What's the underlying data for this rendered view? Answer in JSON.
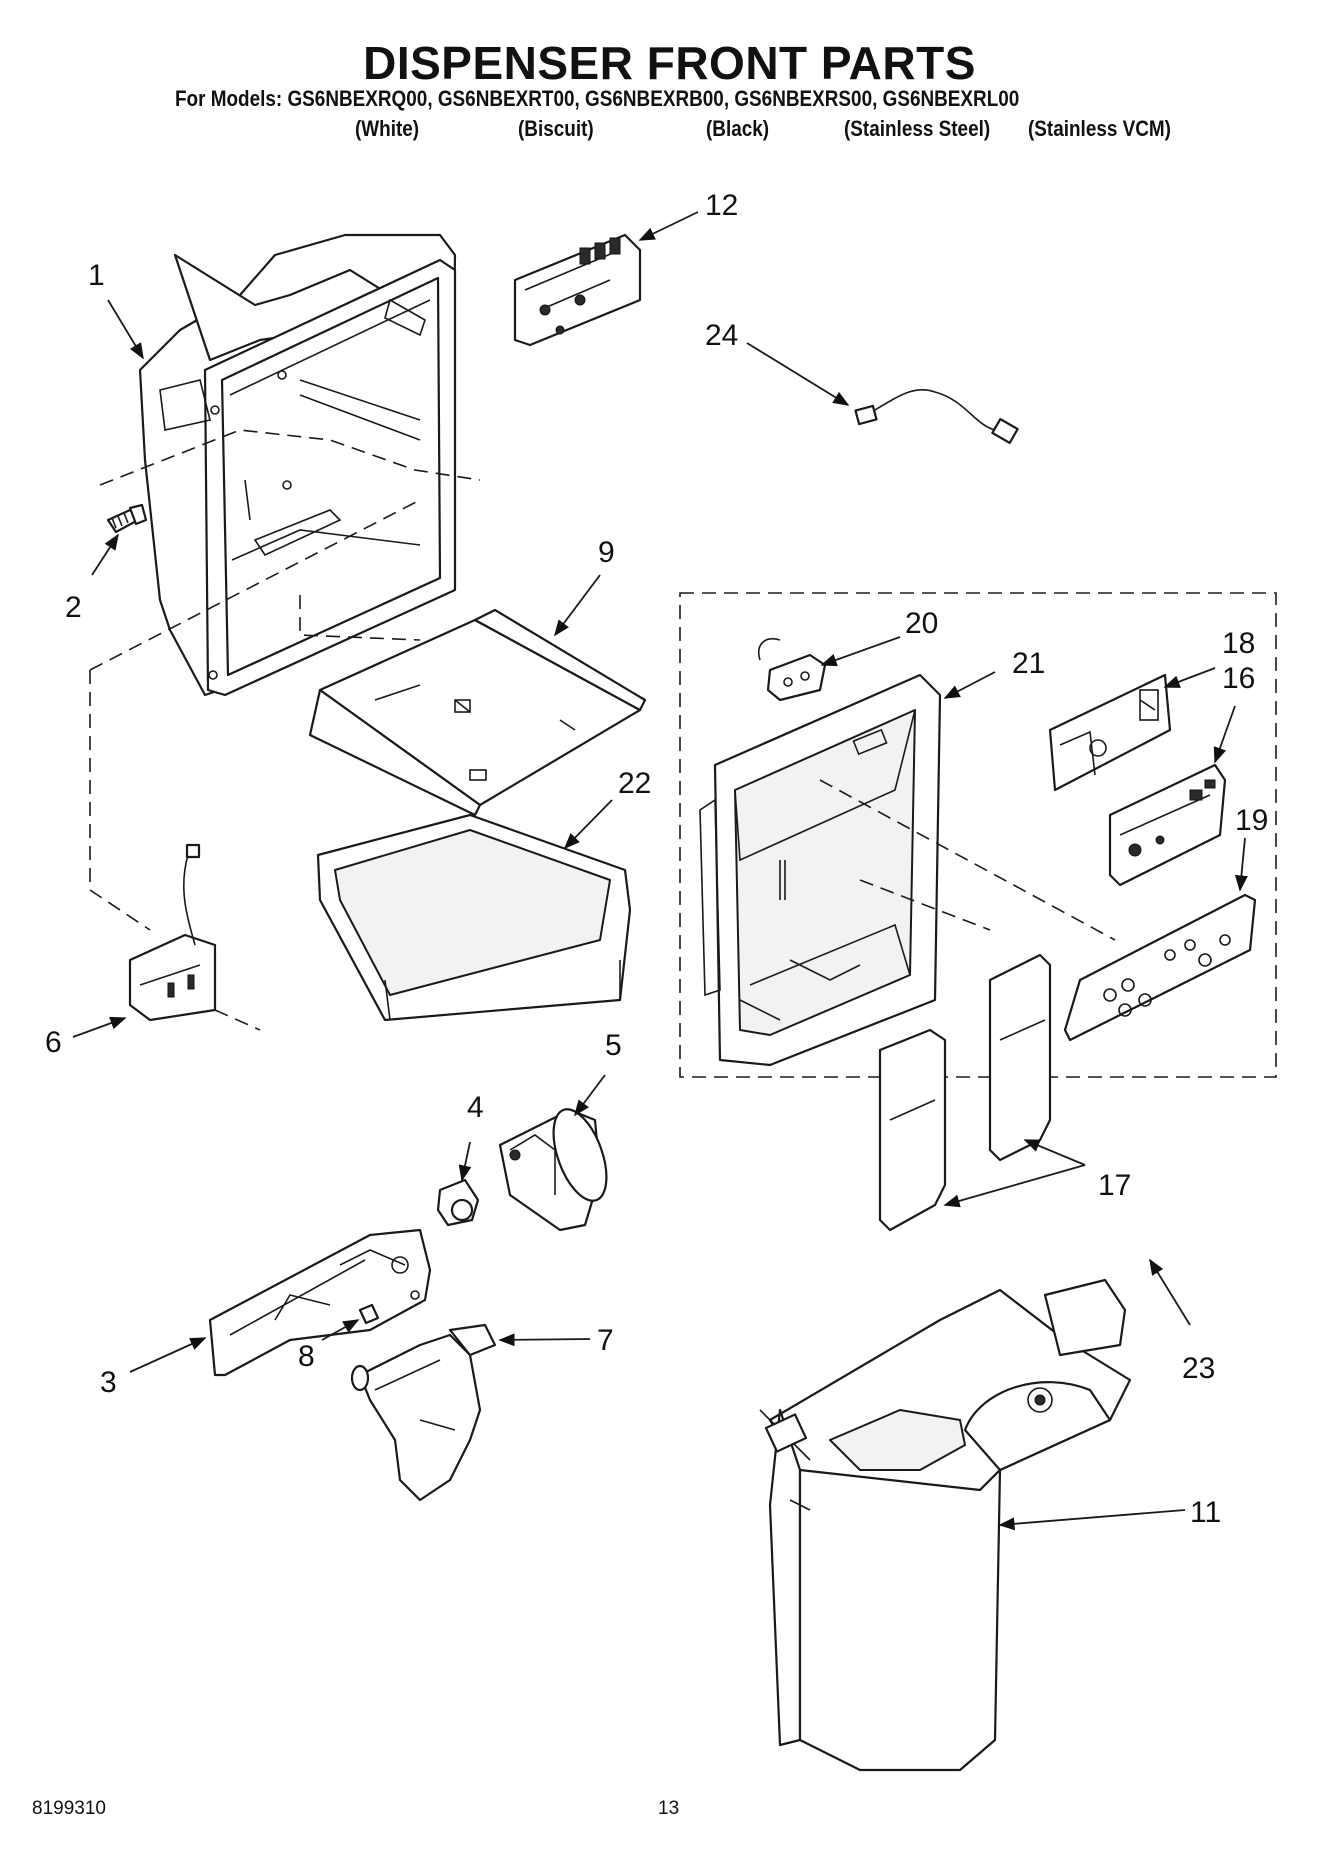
{
  "header": {
    "title": "DISPENSER FRONT PARTS",
    "models_line": "For Models: GS6NBEXRQ00, GS6NBEXRT00, GS6NBEXRB00, GS6NBEXRS00, GS6NBEXRL00",
    "finishes": [
      "(White)",
      "(Biscuit)",
      "(Black)",
      "(Stainless Steel)",
      "(Stainless VCM)"
    ]
  },
  "callouts": {
    "c1": "1",
    "c2": "2",
    "c3": "3",
    "c4": "4",
    "c5": "5",
    "c6": "6",
    "c7": "7",
    "c8": "8",
    "c9": "9",
    "c11": "11",
    "c12": "12",
    "c16": "16",
    "c17": "17",
    "c18": "18",
    "c19": "19",
    "c20": "20",
    "c21": "21",
    "c22": "22",
    "c23": "23",
    "c24": "24"
  },
  "footer": {
    "doc_number": "8199310",
    "page_number": "13"
  }
}
